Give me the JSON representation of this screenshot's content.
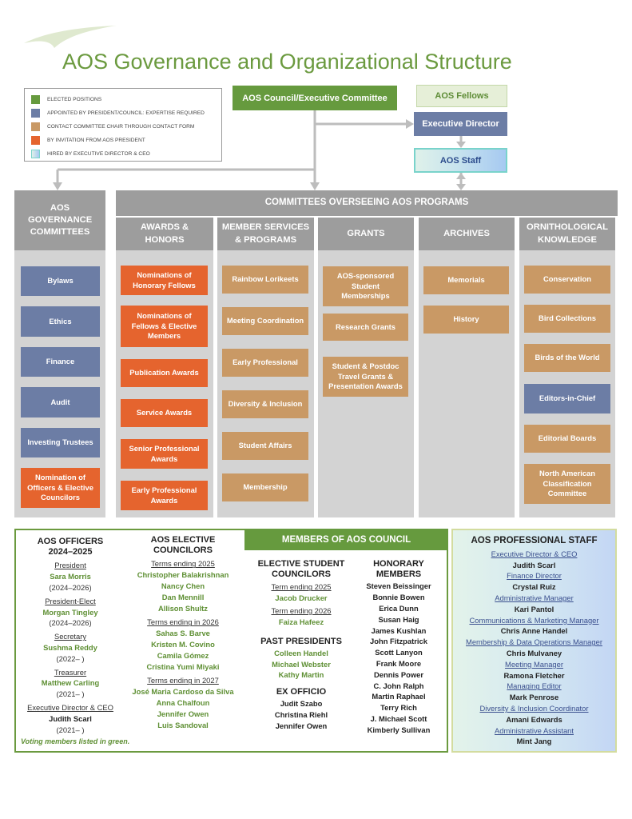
{
  "title": "AOS Governance and Organizational Structure",
  "colors": {
    "elected": "#669a3e",
    "appointed": "#6c7da5",
    "contact": "#c99965",
    "invitation": "#e5642e",
    "hired": "#a6c9f1"
  },
  "legend": [
    {
      "label": "ELECTED POSITIONS",
      "color": "#669a3e"
    },
    {
      "label": "APPOINTED BY PRESIDENT/COUNCIL: EXPERTISE REQUIRED",
      "color": "#6c7da5"
    },
    {
      "label": "CONTACT COMMITTEE CHAIR THROUGH CONTACT FORM",
      "color": "#c99965"
    },
    {
      "label": "BY INVITATION FROM AOS PRESIDENT",
      "color": "#e5642e"
    },
    {
      "label": "HIRED BY EXECUTIVE DIRECTOR & CEO",
      "color": "#a6c9f1"
    }
  ],
  "top": {
    "council": "AOS Council/Executive Committee",
    "fellows": "AOS Fellows",
    "executive_director": "Executive Director",
    "staff": "AOS Staff"
  },
  "governance": {
    "header": "AOS GOVERNANCE COMMITTEES",
    "items": [
      "Bylaws",
      "Ethics",
      "Finance",
      "Audit",
      "Investing Trustees",
      "Nomination of Officers & Elective Councilors"
    ]
  },
  "programs_header": "COMMITTEES OVERSEEING AOS PROGRAMS",
  "columns": {
    "awards": {
      "header": "AWARDS & HONORS",
      "items": [
        "Nominations of Honorary Fellows",
        "Nominations of Fellows & Elective Members",
        "Publication Awards",
        "Service Awards",
        "Senior Professional Awards",
        "Early Professional Awards"
      ]
    },
    "member": {
      "header": "MEMBER SERVICES & PROGRAMS",
      "items": [
        "Rainbow Lorikeets",
        "Meeting Coordination",
        "Early Professional",
        "Diversity & Inclusion",
        "Student Affairs",
        "Membership"
      ]
    },
    "grants": {
      "header": "GRANTS",
      "items": [
        "AOS-sponsored Student Memberships",
        "Research Grants",
        "Student & Postdoc Travel Grants & Presentation Awards"
      ]
    },
    "archives": {
      "header": "ARCHIVES",
      "items": [
        "Memorials",
        "History"
      ]
    },
    "ornith": {
      "header": "ORNITHOLOGICAL KNOWLEDGE",
      "items": [
        "Conservation",
        "Bird Collections",
        "Birds of the World",
        "Editors-in-Chief",
        "Editorial Boards",
        "North American Classification Committee"
      ]
    }
  },
  "council_members_header": "MEMBERS OF AOS COUNCIL",
  "officers": {
    "header": "AOS OFFICERS 2024–2025",
    "entries": [
      {
        "role": "President",
        "name": "Sara Morris",
        "term": "(2024–2026)",
        "voting": true
      },
      {
        "role": "President-Elect",
        "name": "Morgan Tingley",
        "term": "(2024–2026)",
        "voting": true
      },
      {
        "role": "Secretary",
        "name": "Sushma Reddy",
        "term": "(2022– )",
        "voting": true
      },
      {
        "role": "Treasurer",
        "name": "Matthew Carling",
        "term": "(2021– )",
        "voting": true
      },
      {
        "role": "Executive Director & CEO",
        "name": "Judith Scarl",
        "term": "(2021– )",
        "voting": false
      }
    ],
    "note": "Voting members listed in green."
  },
  "elective_councilors": {
    "header": "AOS ELECTIVE COUNCILORS",
    "groups": [
      {
        "label": "Terms ending 2025",
        "names": [
          "Christopher Balakrishnan",
          "Nancy Chen",
          "Dan Mennill",
          "Allison Shultz"
        ]
      },
      {
        "label": "Terms ending in 2026",
        "names": [
          "Sahas S. Barve",
          "Kristen M. Covino",
          "Camila Gómez",
          "Cristina Yumi Miyaki"
        ]
      },
      {
        "label": "Terms ending in 2027",
        "names": [
          "José Maria Cardoso da Silva",
          "Anna Chalfoun",
          "Jennifer Owen",
          "Luis Sandoval"
        ]
      }
    ]
  },
  "student_councilors": {
    "header": "ELECTIVE STUDENT COUNCILORS",
    "groups": [
      {
        "label": "Term ending 2025",
        "names": [
          "Jacob Drucker"
        ]
      },
      {
        "label": "Term ending 2026",
        "names": [
          "Faiza Hafeez"
        ]
      }
    ]
  },
  "past_presidents": {
    "header": "PAST PRESIDENTS",
    "names": [
      "Colleen Handel",
      "Michael Webster",
      "Kathy Martin"
    ]
  },
  "ex_officio": {
    "header": "EX OFFICIO",
    "names": [
      "Judit Szabo",
      "Christina Riehl",
      "Jennifer Owen"
    ]
  },
  "honorary": {
    "header": "HONORARY MEMBERS",
    "names": [
      "Steven Beissinger",
      "Bonnie Bowen",
      "Erica Dunn",
      "Susan Haig",
      "James Kushlan",
      "John Fitzpatrick",
      "Scott Lanyon",
      "Frank Moore",
      "Dennis Power",
      "C. John Ralph",
      "Martin Raphael",
      "Terry Rich",
      "J. Michael Scott",
      "Kimberly Sullivan"
    ]
  },
  "staff": {
    "header": "AOS PROFESSIONAL STAFF",
    "entries": [
      {
        "role": "Executive Director & CEO",
        "name": "Judith Scarl"
      },
      {
        "role": "Finance Director",
        "name": "Crystal Ruiz"
      },
      {
        "role": "Administrative Manager",
        "name": "Kari Pantol"
      },
      {
        "role": "Communications & Marketing Manager",
        "name": "Chris Anne Handel"
      },
      {
        "role": "Membership & Data Operations Manager",
        "name": "Chris Mulvaney"
      },
      {
        "role": "Meeting Manager",
        "name": "Ramona Fletcher"
      },
      {
        "role": "Managing Editor",
        "name": "Mark Penrose"
      },
      {
        "role": "Diversity & Inclusion Coordinator",
        "name": "Amani Edwards"
      },
      {
        "role": "Administrative Assistant",
        "name": "Mint Jang"
      }
    ]
  }
}
